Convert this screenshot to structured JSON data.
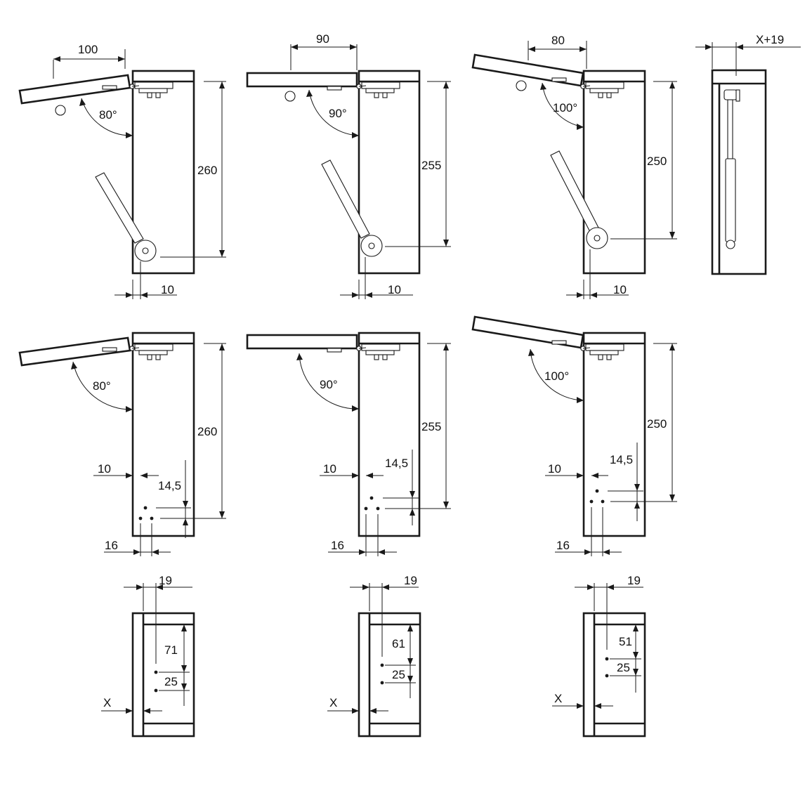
{
  "rows": {
    "strut": [
      {
        "top_width": "100",
        "angle": "80°",
        "height": "260",
        "base_offset": "10"
      },
      {
        "top_width": "90",
        "angle": "90°",
        "height": "255",
        "base_offset": "10"
      },
      {
        "top_width": "80",
        "angle": "100°",
        "height": "250",
        "base_offset": "10"
      }
    ],
    "side_view": {
      "label": "X+19"
    },
    "drilling": [
      {
        "angle": "80°",
        "height": "260",
        "left_offset": "10",
        "vertical_offset": "14,5",
        "spacing": "16"
      },
      {
        "angle": "90°",
        "height": "255",
        "left_offset": "10",
        "vertical_offset": "14,5",
        "spacing": "16"
      },
      {
        "angle": "100°",
        "height": "250",
        "left_offset": "10",
        "vertical_offset": "14,5",
        "spacing": "16"
      }
    ],
    "frame": [
      {
        "top_offset": "19",
        "depth": "71",
        "spacing": "25",
        "side_label": "X"
      },
      {
        "top_offset": "19",
        "depth": "61",
        "spacing": "25",
        "side_label": "X"
      },
      {
        "top_offset": "19",
        "depth": "51",
        "spacing": "25",
        "side_label": "X"
      }
    ]
  }
}
